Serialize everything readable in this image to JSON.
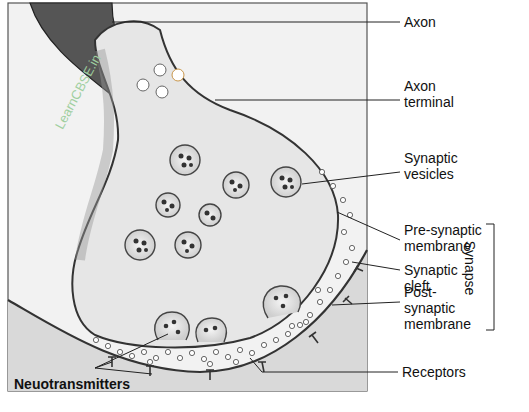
{
  "diagram": {
    "labels": [
      "Axon",
      "Axon terminal",
      "Synaptic vesicles",
      "Pre-synaptic membrane",
      "Synaptic cleft",
      "Post-synaptic membrane",
      "Synapse",
      "Receptors",
      "Neuotransmitters",
      "LearnCBSE.in"
    ]
  }
}
